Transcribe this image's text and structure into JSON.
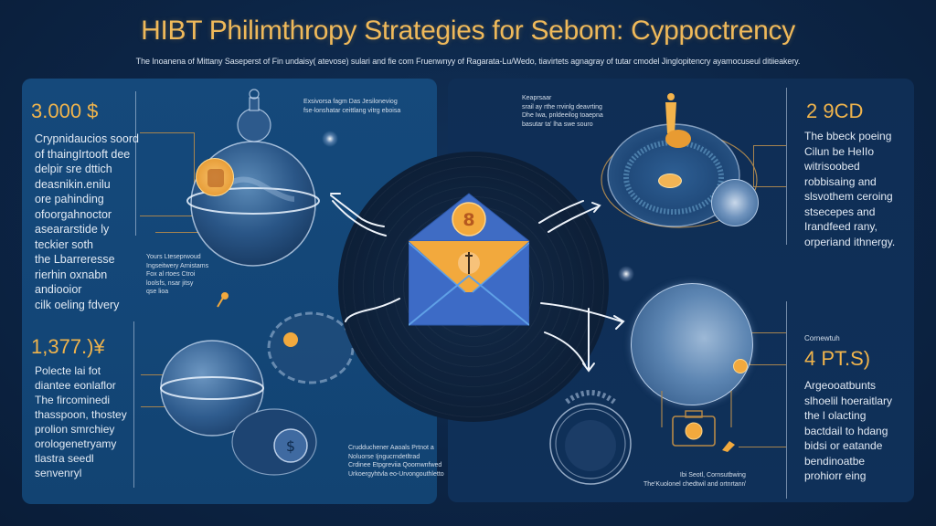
{
  "header": {
    "title": "HIBT Philimthropy Strategies for Sebom: Cyppoctrency",
    "subtitle": "The Inoanena of Mittany Saseperst of Fin undaisy( atevose) sulari and fie com Fruenwnyy of Ragarata-Lu/Wedo, tiavirtets agnagray of tutar cmodel Jinglopitencry ayamocuseul ditiieakery."
  },
  "left_panel": {
    "stats": [
      {
        "value": "3.000 $",
        "text": "Crypnidaucios soord\nof thaingIrtooft dee\ndelpir sre dttich\ndeasnikin.enilu\nore pahinding\nofoorgahnoctor\naseararstide ly\nteckier soth\nthe Lbarreresse\nrierhin oxnabn\nandiooior\ncilk oeling fdvery"
      },
      {
        "value": "1,377.)¥",
        "text": "Polecte lai fot\ndiantee eonlaflor\nThe fircominedi\nthasspoon, thostey\nprolion smrchiey\norologenetryamy\ntlastra seedl\nsenvenryl"
      }
    ],
    "captions": [
      "Exsivorsa fagm Das Jesiloneviog\nfse-lonshatar ceittlang vitrg eboisa",
      "Yours Lteseprwoud\nIngseitwery Arnistams\nFox al rtoes Ctroi\nloolsfs, nsar jitsy\nqse lioa",
      "Crudduchener Aaoals Prtnot a\nNoluorse Ijngucrndetltrad\nCrdinee Etpgreviia Qoomwnfwed\nUrkoergyhtvla eo-Urvongouthletto"
    ]
  },
  "right_panel": {
    "stats": [
      {
        "value": "2 9CD",
        "text": "The bbeck poeing\nCilun be HeIIo\nwitrisoobed\nrobbisaing and\nslsvothem ceroing\nstsecepes and\nIrandfeed rany,\norperiand ithnergy."
      },
      {
        "label": "Cornewtuh",
        "value": "4 PT.S)",
        "text": "Argeooatbunts\nslhoelil hoeraitlary\nthe l olacting\nbactdail to hdang\nbidsi or eatande\nbendinoatbe\nprohiorr eing"
      }
    ],
    "captions": [
      "Keaprsaar\nsrail ay rthe rrvinlg deavrting\nDhe Iwa, pnldeeilog toaepna\nbasutar ta' lha swe souro",
      "Ibi Seotl, Cornsutbwing\nThe'Kuolonel chedtwil and ortnrtanr/"
    ]
  },
  "colors": {
    "accent_gold": "#f0b44c",
    "left_panel_bg": "#134677",
    "right_panel_bg": "#0f2f57",
    "page_bg": "#0c2546",
    "envelope_blue": "#3e6ec7",
    "envelope_gold": "#f2a93d"
  },
  "icons": {
    "center": "envelope-icon",
    "coin": "coin-icon",
    "globe": "globe-icon",
    "camera": "camera-icon",
    "trophy": "trophy-icon"
  }
}
